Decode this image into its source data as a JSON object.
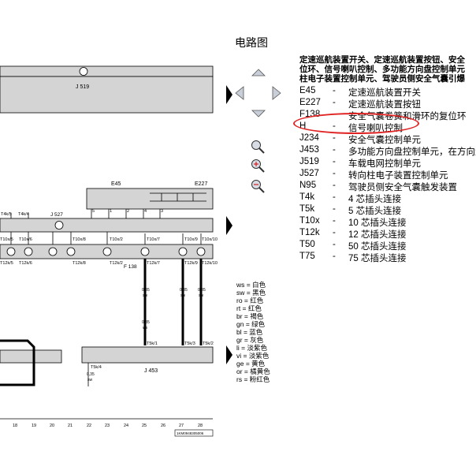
{
  "page": {
    "title": "电路图"
  },
  "description_lines": [
    "定速巡航装置开关、定速巡航装置按钮、安全",
    "位环、信号喇叭控制、多功能方向盘控制单元",
    "柱电子装置控制单元、驾驶员侧安全气囊引爆"
  ],
  "legend": [
    {
      "code": "E45",
      "text": "定速巡航装置开关"
    },
    {
      "code": "E227",
      "text": "定速巡航装置按钮"
    },
    {
      "code": "F138",
      "text": "安全气囊卷簧和滑环的复位环"
    },
    {
      "code": "H",
      "text": "信号喇叭控制"
    },
    {
      "code": "J234",
      "text": "安全气囊控制单元"
    },
    {
      "code": "J453",
      "text": "多功能方向盘控制单元，在方向盘"
    },
    {
      "code": "J519",
      "text": "车载电网控制单元"
    },
    {
      "code": "J527",
      "text": "转向柱电子装置控制单元"
    },
    {
      "code": "N95",
      "text": "驾驶员侧安全气囊触发装置"
    },
    {
      "code": "T4k",
      "text": "4 芯插头连接"
    },
    {
      "code": "T5k",
      "text": "5 芯插头连接"
    },
    {
      "code": "T10x",
      "text": "10 芯插头连接"
    },
    {
      "code": "T12k",
      "text": "12 芯插头连接"
    },
    {
      "code": "T50",
      "text": "50 芯插头连接"
    },
    {
      "code": "T75",
      "text": "75 芯插头连接"
    }
  ],
  "wire_colors": [
    {
      "code": "ws",
      "name": "白色"
    },
    {
      "code": "sw",
      "name": "黑色"
    },
    {
      "code": "ro",
      "name": "红色"
    },
    {
      "code": "rt",
      "name": "红色"
    },
    {
      "code": "br",
      "name": "褐色"
    },
    {
      "code": "gn",
      "name": "绿色"
    },
    {
      "code": "bl",
      "name": "蓝色"
    },
    {
      "code": "gr",
      "name": "灰色"
    },
    {
      "code": "li",
      "name": "淡紫色"
    },
    {
      "code": "vi",
      "name": "淡紫色"
    },
    {
      "code": "ge",
      "name": "黄色"
    },
    {
      "code": "or",
      "name": "橘黄色"
    },
    {
      "code": "rs",
      "name": "粉红色"
    }
  ],
  "schematic": {
    "j519": "J 519",
    "e45": "E45",
    "e227": "E227",
    "j527": "J 527",
    "f138": "F 138",
    "j453": "J 453",
    "t4k5": "T4k/5",
    "t4k4": "T4k/4",
    "t10x": [
      "T10x/5",
      "T10x/6",
      "T10x/8",
      "T10x/2",
      "T10x/7",
      "T10x/9",
      "T10x/10"
    ],
    "t12k": [
      "T12k/5",
      "T12k/6",
      "T12k/8",
      "T12k/2",
      "T12k/7",
      "T12k/9",
      "T12k/10"
    ],
    "t5k": [
      "T5k/1",
      "T5k/3",
      "T5k/2"
    ],
    "t5k4": "T5k/4",
    "pins_e45": [
      "5",
      "1",
      "2",
      "4",
      "3"
    ],
    "wire_size": "0,35",
    "wire_colors_shown": [
      "sw",
      "sw",
      "sw",
      "sw",
      "sw",
      "sw"
    ],
    "wire_extra": "ws",
    "columns": [
      "18",
      "19",
      "20",
      "21",
      "22",
      "23",
      "24",
      "25",
      "26",
      "27",
      "28"
    ],
    "doc_code": "1KM0948305006"
  },
  "colors": {
    "highlight": "#e02424",
    "box_fill": "#d4d4d4",
    "wire": "#000000"
  }
}
